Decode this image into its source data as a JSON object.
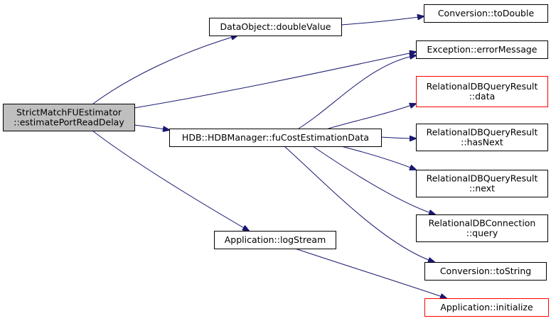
{
  "colors": {
    "edge": "#191970",
    "node_border": "#000000",
    "node_border_external": "#ff0000",
    "node_fill": "#ffffff",
    "node_fill_root": "#bfbfbf"
  },
  "nodes": [
    {
      "id": "root",
      "lines": [
        "StrictMatchFUEstimator",
        "::estimatePortReadDelay"
      ],
      "style": "root"
    },
    {
      "id": "doubleValue",
      "lines": [
        "DataObject::doubleValue"
      ],
      "style": "normal"
    },
    {
      "id": "toDouble",
      "lines": [
        "Conversion::toDouble"
      ],
      "style": "normal"
    },
    {
      "id": "errorMessage",
      "lines": [
        "Exception::errorMessage"
      ],
      "style": "normal"
    },
    {
      "id": "rdata",
      "lines": [
        "RelationalDBQueryResult",
        "::data"
      ],
      "style": "external"
    },
    {
      "id": "hdb",
      "lines": [
        "HDB::HDBManager::fuCostEstimationData"
      ],
      "style": "normal"
    },
    {
      "id": "hasNext",
      "lines": [
        "RelationalDBQueryResult",
        "::hasNext"
      ],
      "style": "normal"
    },
    {
      "id": "next",
      "lines": [
        "RelationalDBQueryResult",
        "::next"
      ],
      "style": "normal"
    },
    {
      "id": "query",
      "lines": [
        "RelationalDBConnection",
        "::query"
      ],
      "style": "normal"
    },
    {
      "id": "logStream",
      "lines": [
        "Application::logStream"
      ],
      "style": "normal"
    },
    {
      "id": "toString",
      "lines": [
        "Conversion::toString"
      ],
      "style": "normal"
    },
    {
      "id": "initialize",
      "lines": [
        "Application::initialize"
      ],
      "style": "external"
    }
  ],
  "edges": [
    {
      "from": "root",
      "to": "doubleValue"
    },
    {
      "from": "root",
      "to": "errorMessage"
    },
    {
      "from": "root",
      "to": "hdb"
    },
    {
      "from": "root",
      "to": "logStream"
    },
    {
      "from": "doubleValue",
      "to": "toDouble"
    },
    {
      "from": "hdb",
      "to": "errorMessage"
    },
    {
      "from": "hdb",
      "to": "rdata"
    },
    {
      "from": "hdb",
      "to": "hasNext"
    },
    {
      "from": "hdb",
      "to": "next"
    },
    {
      "from": "hdb",
      "to": "query"
    },
    {
      "from": "hdb",
      "to": "toString"
    },
    {
      "from": "logStream",
      "to": "initialize"
    }
  ]
}
